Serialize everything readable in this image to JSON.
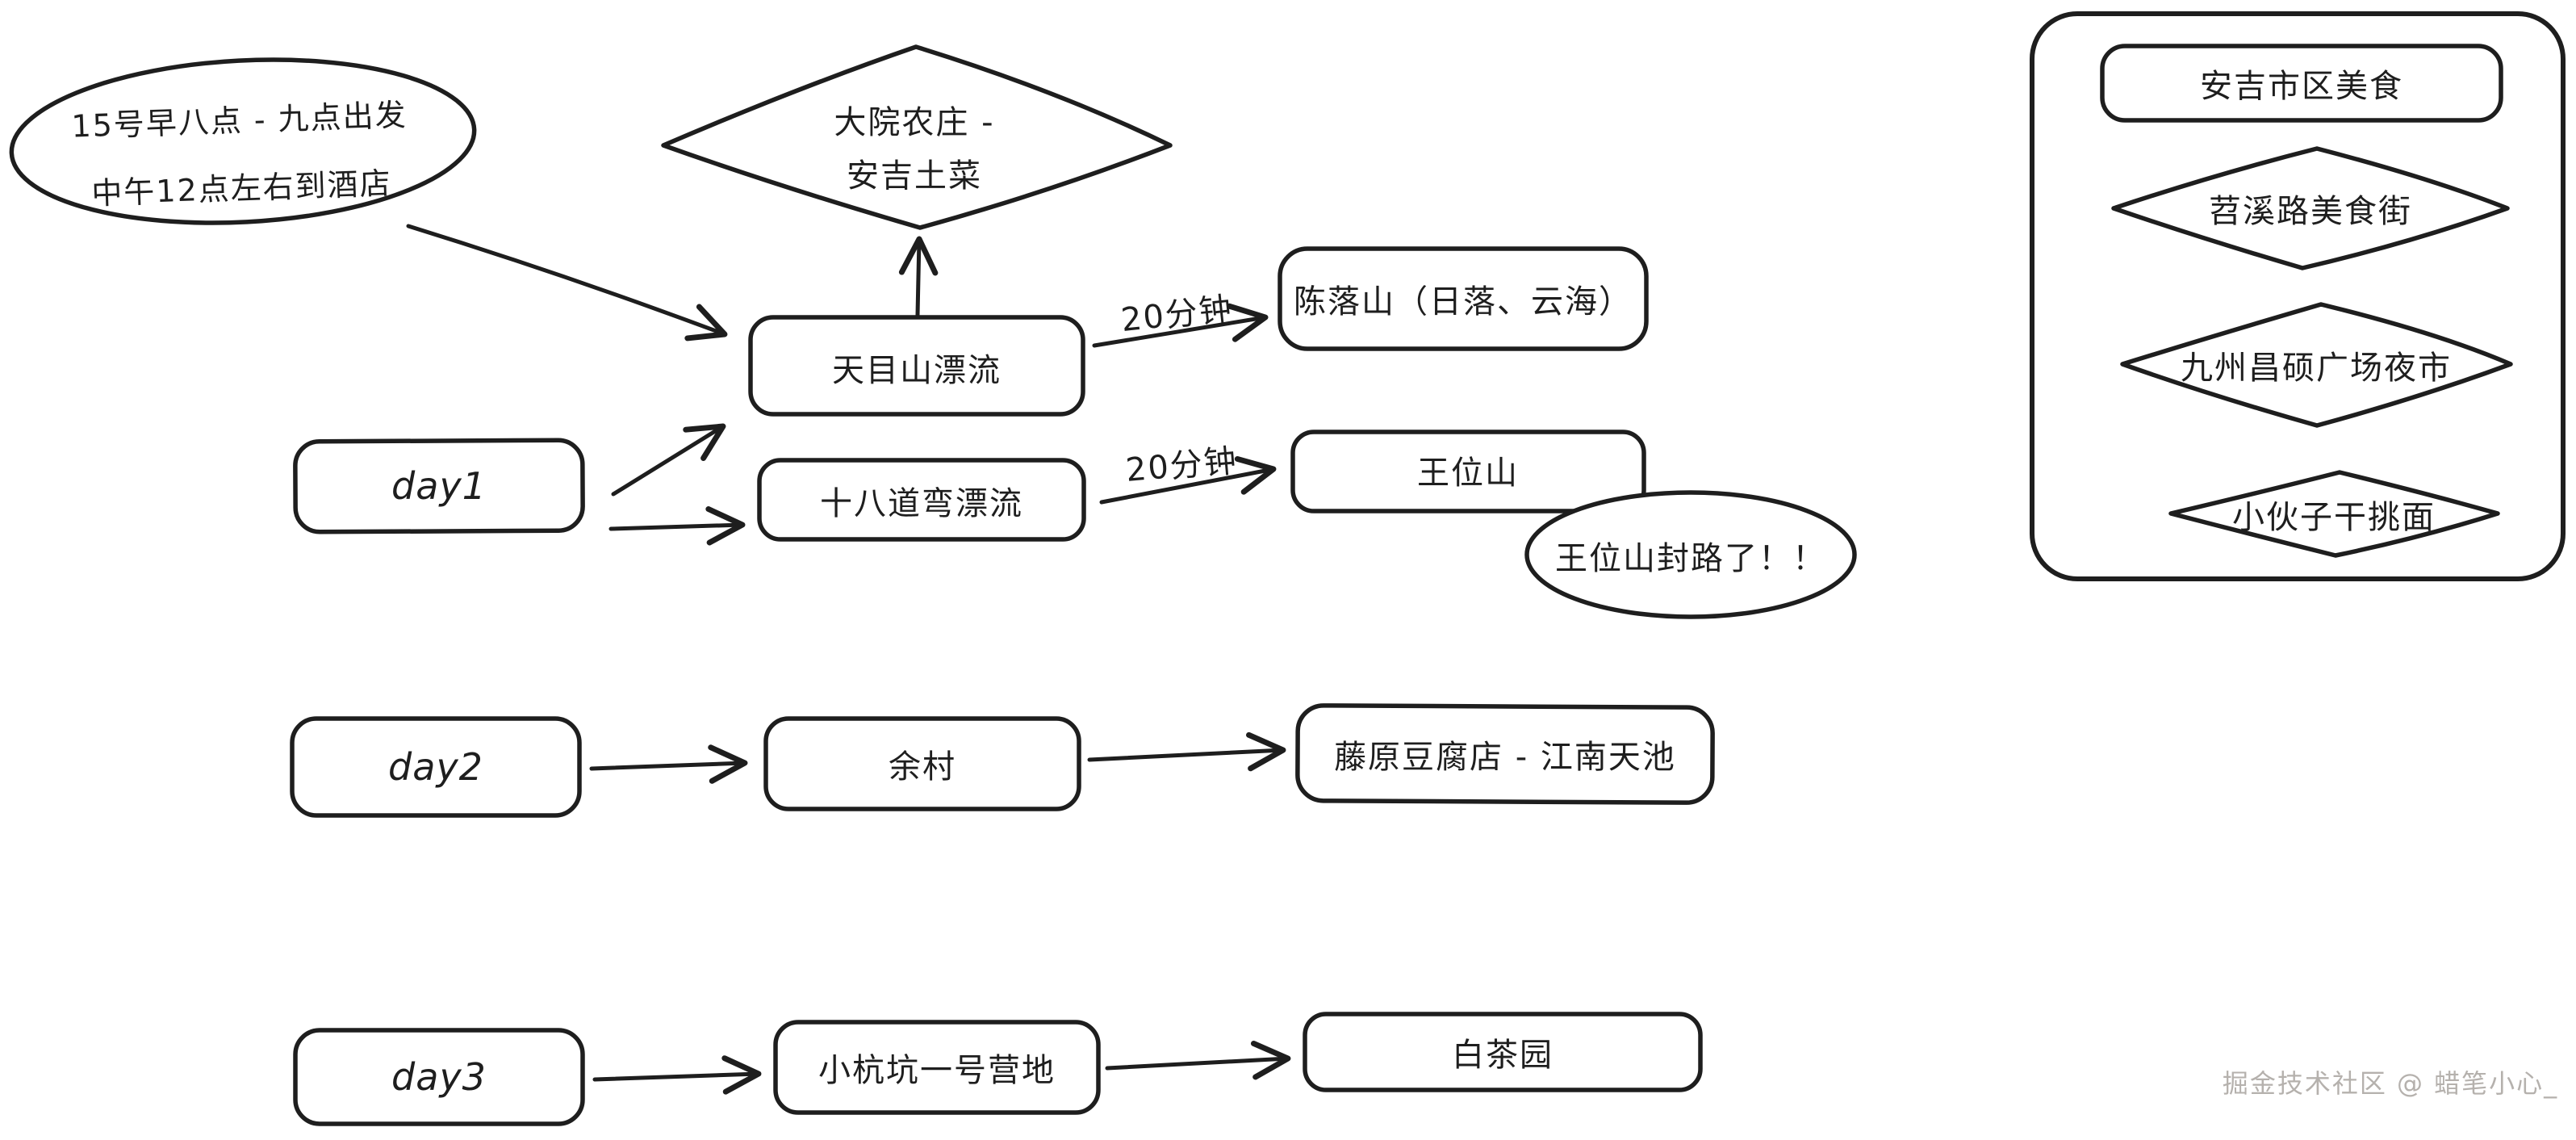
{
  "canvas": {
    "background": "#ffffff",
    "ink": "#1e1e1e",
    "watermark_color": "#b5b1ad"
  },
  "start_note": {
    "line1": "15号早八点 - 九点出发",
    "line2": "中午12点左右到酒店"
  },
  "lunch_diamond": {
    "line1": "大院农庄 -",
    "line2": "安吉土菜"
  },
  "day1": {
    "label": "day1",
    "tianmushan_rafting": "天目山漂流",
    "shibadaowan_rafting": "十八道弯漂流",
    "chenluoshan": "陈落山（日落、云海）",
    "wangweishan": "王位山",
    "duration_chenluoshan": "20分钟",
    "duration_wangweishan": "20分钟",
    "road_closed_note": "王位山封路了！！"
  },
  "day2": {
    "label": "day2",
    "yucun": "余村",
    "tengyuan_tofu": "藤原豆腐店 - 江南天池"
  },
  "day3": {
    "label": "day3",
    "xiaohangkeng_camp": "小杭坑一号营地",
    "white_tea_garden": "白茶园"
  },
  "food_panel": {
    "title": "安吉市区美食",
    "items": [
      "苕溪路美食街",
      "九州昌硕广场夜市",
      "小伙子干挑面"
    ]
  },
  "watermark": "掘金技术社区 @ 蜡笔小心_"
}
